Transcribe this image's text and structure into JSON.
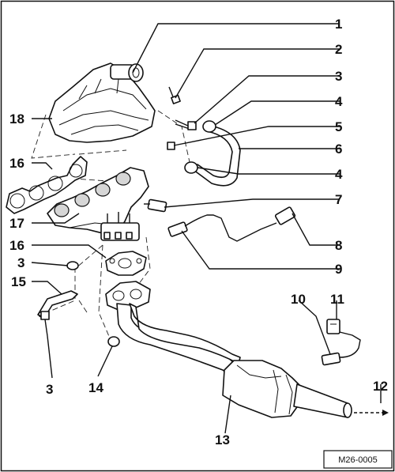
{
  "callouts": [
    {
      "id": "1",
      "label": "1"
    },
    {
      "id": "2",
      "label": "2"
    },
    {
      "id": "3a",
      "label": "3"
    },
    {
      "id": "4a",
      "label": "4"
    },
    {
      "id": "5",
      "label": "5"
    },
    {
      "id": "6",
      "label": "6"
    },
    {
      "id": "4b",
      "label": "4"
    },
    {
      "id": "7",
      "label": "7"
    },
    {
      "id": "8",
      "label": "8"
    },
    {
      "id": "9",
      "label": "9"
    },
    {
      "id": "10",
      "label": "10"
    },
    {
      "id": "11",
      "label": "11"
    },
    {
      "id": "12",
      "label": "12"
    },
    {
      "id": "13",
      "label": "13"
    },
    {
      "id": "14",
      "label": "14"
    },
    {
      "id": "3b",
      "label": "3"
    },
    {
      "id": "15",
      "label": "15"
    },
    {
      "id": "3c",
      "label": "3"
    },
    {
      "id": "16a",
      "label": "16"
    },
    {
      "id": "16b",
      "label": "16"
    },
    {
      "id": "17",
      "label": "17"
    },
    {
      "id": "18",
      "label": "18"
    }
  ],
  "reference_code": "M26-0005"
}
